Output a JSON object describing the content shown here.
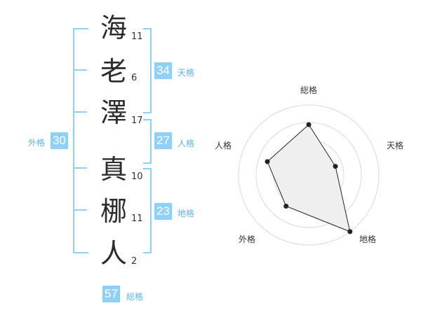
{
  "name": {
    "characters": [
      {
        "char": "海",
        "strokes": "11"
      },
      {
        "char": "老",
        "strokes": "6"
      },
      {
        "char": "澤",
        "strokes": "17"
      },
      {
        "char": "真",
        "strokes": "10"
      },
      {
        "char": "梛",
        "strokes": "11"
      },
      {
        "char": "人",
        "strokes": "2"
      }
    ]
  },
  "fortunes": {
    "tenkaku": {
      "value": "34",
      "label": "天格"
    },
    "jinkaku": {
      "value": "27",
      "label": "人格"
    },
    "chikaku": {
      "value": "23",
      "label": "地格"
    },
    "gaikaku": {
      "value": "30",
      "label": "外格"
    },
    "soukaku": {
      "value": "57",
      "label": "総格"
    }
  },
  "radar": {
    "labels": {
      "top": "総格",
      "right": "天格",
      "bottom_right": "地格",
      "bottom_left": "外格",
      "left": "人格"
    },
    "levels": {
      "soukaku": 0.72,
      "tenkaku": 0.4,
      "chikaku": 1.0,
      "gaikaku": 0.55,
      "jinkaku": 0.62
    },
    "colors": {
      "fill": "#efefef",
      "line": "#222222",
      "grid": "#d9d9d9"
    }
  }
}
